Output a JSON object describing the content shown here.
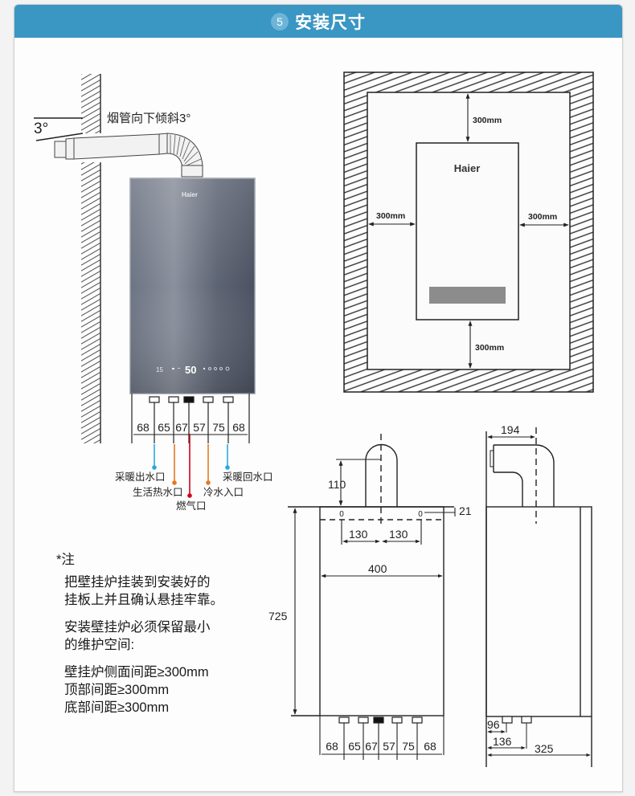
{
  "header": {
    "step_number": "5",
    "title": "安装尺寸"
  },
  "flue_diagram": {
    "angle_label": "3°",
    "flue_note": "烟管向下倾斜3°",
    "brand": "Haier",
    "display_readout": "50",
    "display_small": "15",
    "port_spacing": [
      "68",
      "65",
      "67",
      "57",
      "75",
      "68"
    ],
    "ports": [
      {
        "label": "采暖出水口",
        "color": "#29a8e0"
      },
      {
        "label": "生活热水口",
        "color": "#e87722"
      },
      {
        "label": "燃气口",
        "color": "#d0021b"
      },
      {
        "label": "冷水入口",
        "color": "#e07b26"
      },
      {
        "label": "采暖回水口",
        "color": "#29a8e0"
      }
    ]
  },
  "clearance_diagram": {
    "brand": "Haier",
    "top": "300mm",
    "left": "300mm",
    "right": "300mm",
    "bottom": "300mm"
  },
  "front_view": {
    "flue_height": "110",
    "mount_offset": "21",
    "left_hole": "130",
    "right_hole": "130",
    "width": "400",
    "height": "725",
    "port_spacing": [
      "68",
      "65",
      "67",
      "57",
      "75",
      "68"
    ]
  },
  "side_view": {
    "flue_depth": "194",
    "port1": "96",
    "port2": "136",
    "depth": "325"
  },
  "notes": {
    "heading": "*注",
    "para1": [
      "把壁挂炉挂装到安装好的",
      "挂板上并且确认悬挂牢靠。"
    ],
    "para2": [
      "安装壁挂炉必须保留最小",
      "的维护空间:"
    ],
    "requirements": [
      "壁挂炉侧面间距≥300mm",
      "顶部间距≥300mm",
      "底部间距≥300mm"
    ]
  }
}
